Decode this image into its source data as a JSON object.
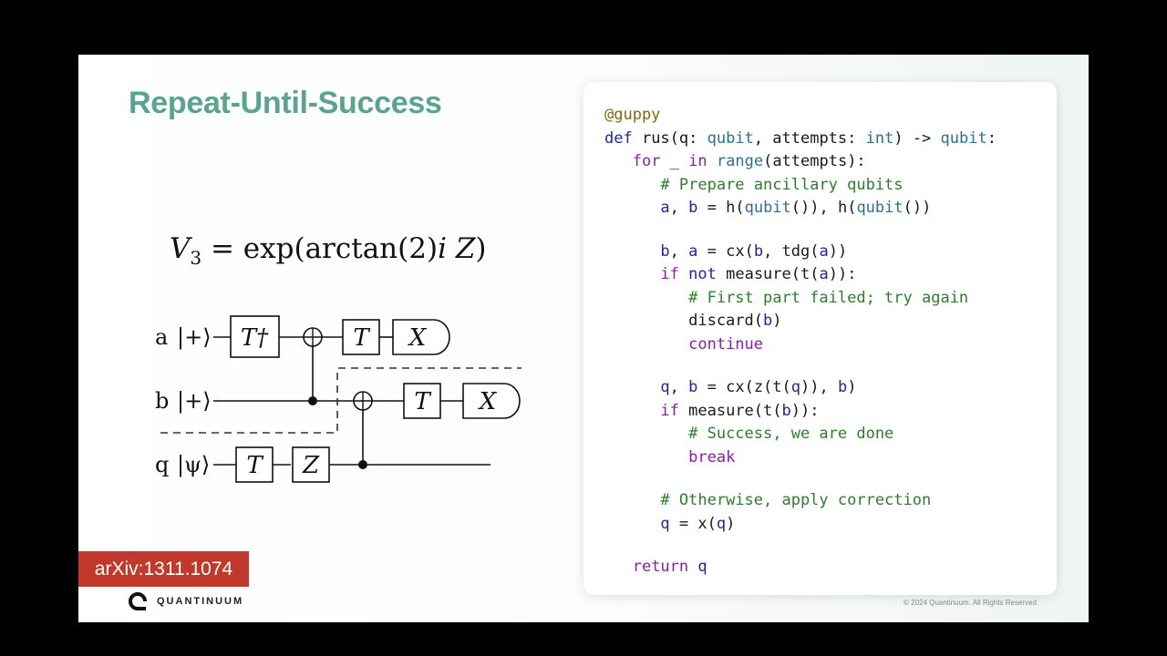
{
  "slide": {
    "title": "Repeat-Until-Success",
    "formula": {
      "lhs_var": "V",
      "lhs_sub": "3",
      "rhs_pre": " = exp(arctan(2)",
      "rhs_i": "i",
      "rhs_space": " ",
      "rhs_z": "Z",
      "rhs_post": ")"
    },
    "circuit": {
      "qubits": [
        {
          "label": "a",
          "state": "|+⟩"
        },
        {
          "label": "b",
          "state": "|+⟩"
        },
        {
          "label": "q",
          "state": "|ψ⟩"
        }
      ],
      "gates": {
        "t_dagger": "T†",
        "t": "T",
        "z": "Z",
        "x": "X"
      }
    },
    "citation": "arXiv:1311.1074",
    "logo_text": "QUANTINUUM",
    "copyright": "© 2024 Quantinuum. All Rights Reserved."
  },
  "code": {
    "lines": [
      "@guppy",
      "def rus(q: qubit, attempts: int) -> qubit:",
      "for _ in range(attempts):",
      "# Prepare ancillary qubits",
      "a, b = h(qubit()), h(qubit())",
      "",
      "b, a = cx(b, tdg(a))",
      "if not measure(t(a)):",
      "# First part failed; try again",
      "discard(b)",
      "continue",
      "",
      "q, b = cx(z(t(q)), b)",
      "if measure(t(b)):",
      "# Success, we are done",
      "break",
      "",
      "# Otherwise, apply correction",
      "q = x(q)",
      "",
      "return q"
    ]
  },
  "colors": {
    "title": "#5aa38f",
    "citation_bg": "#c0392b",
    "keyword": "#1b2a8c",
    "control_keyword": "#8b1ea8",
    "type": "#2e6f8e",
    "comment": "#2d7d2d",
    "decorator": "#7d6a10"
  }
}
